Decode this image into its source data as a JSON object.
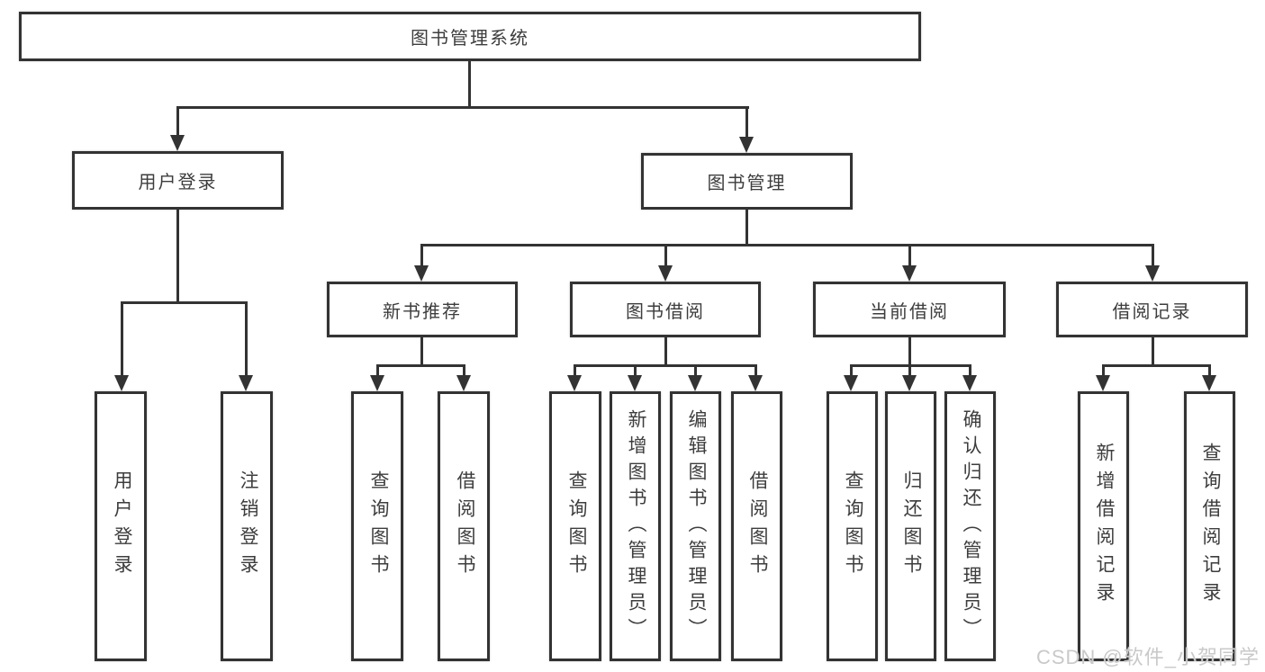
{
  "root": {
    "label": "图书管理系统"
  },
  "level2": {
    "user_login": {
      "label": "用户登录"
    },
    "book_mgmt": {
      "label": "图书管理"
    }
  },
  "level3": {
    "new_books": {
      "label": "新书推荐"
    },
    "borrowing": {
      "label": "图书借阅"
    },
    "current": {
      "label": "当前借阅"
    },
    "records": {
      "label": "借阅记录"
    }
  },
  "leaves": {
    "user_login": {
      "label": "用户登录"
    },
    "logout": {
      "label": "注销登录"
    },
    "nb_query": {
      "label": "查询图书"
    },
    "nb_borrow": {
      "label": "借阅图书"
    },
    "bw_query": {
      "label": "查询图书"
    },
    "bw_add": {
      "label": "新增图书（管理员）"
    },
    "bw_edit": {
      "label": "编辑图书（管理员）"
    },
    "bw_borrow": {
      "label": "借阅图书"
    },
    "cur_query": {
      "label": "查询图书"
    },
    "cur_return": {
      "label": "归还图书"
    },
    "cur_confirm": {
      "label": "确认归还（管理员）"
    },
    "rec_add": {
      "label": "新增借阅记录"
    },
    "rec_query": {
      "label": "查询借阅记录"
    }
  },
  "watermark": {
    "text": "CSDN @软件_小贺同学"
  },
  "colors": {
    "line": "#333333",
    "box_border": "#333333",
    "text": "#3d3d3d",
    "background": "#ffffff",
    "watermark": "#c9c9c9"
  }
}
